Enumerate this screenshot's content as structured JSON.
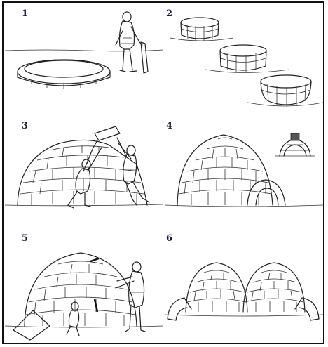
{
  "steps": [
    {
      "number": "1",
      "icon": "igloo-foundation-ring-icon"
    },
    {
      "number": "2",
      "icon": "igloo-wall-rings-icon"
    },
    {
      "number": "3",
      "icon": "igloo-builders-adding-blocks-icon"
    },
    {
      "number": "4",
      "icon": "igloo-dome-with-entrance-icon"
    },
    {
      "number": "5",
      "icon": "igloo-dome-finishing-icon"
    },
    {
      "number": "6",
      "icon": "double-igloo-icon"
    }
  ]
}
